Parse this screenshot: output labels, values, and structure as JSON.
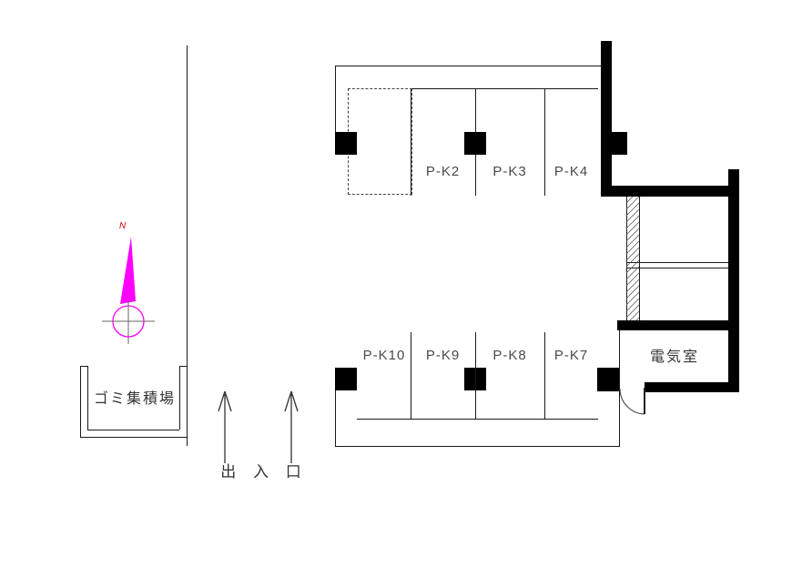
{
  "labels": {
    "north": "N",
    "entrance": "出 入 口",
    "garbage_area": "ゴミ集積場",
    "electrical_room": "電気室"
  },
  "stalls": {
    "top_row": [
      "P-K2",
      "P-K3",
      "P-K4"
    ],
    "bottom_row": [
      "P-K10",
      "P-K9",
      "P-K8",
      "P-K7"
    ]
  },
  "colors": {
    "line": "#1a1a1a",
    "wall": "#000000",
    "text": "#4a4a4a",
    "north_arrow": "#ff00ff",
    "north_label": "#cc0000",
    "background": "#ffffff"
  }
}
